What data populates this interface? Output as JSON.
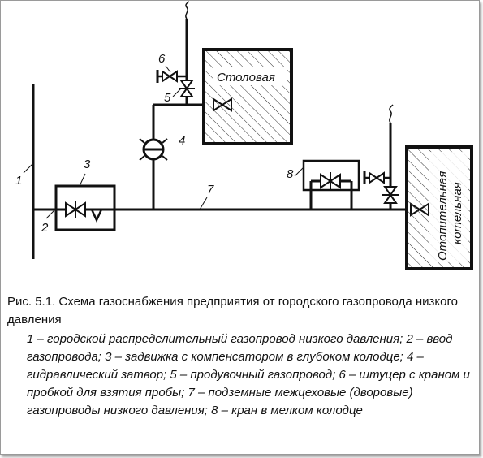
{
  "diagram": {
    "labels": {
      "n1": "1",
      "n2": "2",
      "n3": "3",
      "n4": "4",
      "n5": "5",
      "n6": "6",
      "n7": "7",
      "n8": "8"
    },
    "buildings": {
      "dining": "Столовая",
      "boiler_line1": "Отопительная",
      "boiler_line2": "котельная"
    }
  },
  "caption": {
    "title": "Рис. 5.1. Схема газоснабжения предприятия от городского газопровода низкого давления",
    "legend": "1 – городской распределительный газопровод низкого давления; 2 – ввод газопровода; 3 – задвижка с компенсатором в глубоком колодце; 4 – гидравлический затвор; 5 – продувочный газопровод; 6 – штуцер с краном и пробкой для взятия пробы; 7 – подземные межцеховые (дворовые) газопроводы низкого давления; 8 – кран в мелком колодце"
  }
}
